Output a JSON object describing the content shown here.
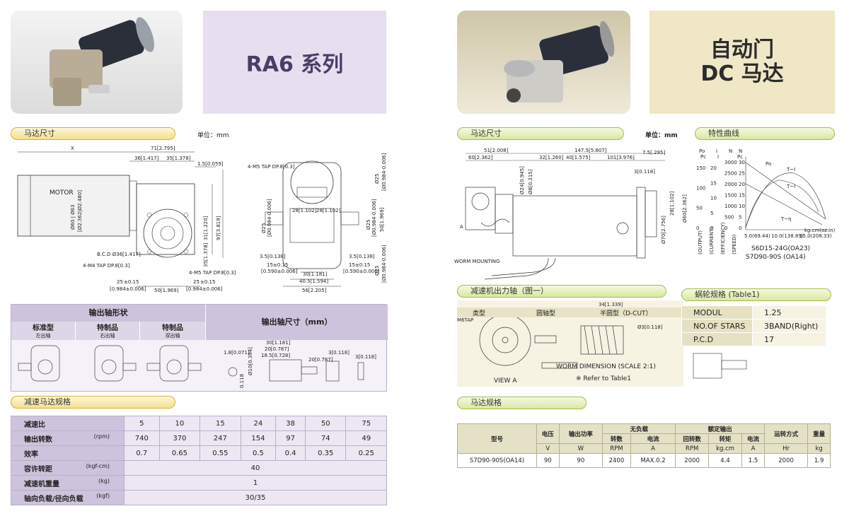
{
  "left": {
    "series_title": "RA6 系列",
    "section_dimensions": "马达尺寸",
    "unit_label": "单位：mm",
    "drawing_labels": {
      "motor": "MOTOR",
      "x": "X",
      "d71": "71[2.795]",
      "d36": "36[1.417]",
      "d35": "35[1.378]",
      "d15": "1.5[0.059]",
      "dphi60": "Ø60 | Ø63",
      "dphi60b": "[Ø2.362|Ø2.480]",
      "bcd": "B.C.D Ø36[1.417]",
      "m4": "4-M4 TAP DP.8[0.3]",
      "m5a": "4-M5 TAP DP.8[0.3]",
      "m5b": "4-M5 TAP DP.8[0.3]",
      "d31": "31[1.220]",
      "d97": "97[3.819]",
      "d35v": "35[1.378]",
      "d25a": "25",
      "d25a_tol": "±0.15",
      "d25a_in": "[0.984±0.006]",
      "d25b": "25",
      "d25b_tol": "±0.15",
      "d25b_in": "[0.984±0.006]",
      "d50": "50[1.969]",
      "d28a": "28[1.102]",
      "d28b": "28[1.102]",
      "d35a": "3.5[0.138]",
      "d35b": "3.5[0.138]",
      "d15a": "15±0.15",
      "d15a_in": "[0.590±0.006]",
      "d15b": "15±0.15",
      "d15b_in": "[0.590±0.006]",
      "d30": "30[1.181]",
      "d405": "40.5[1.594]",
      "d56": "56[2.205]",
      "dphi25": "Ø25",
      "dphi25_in": "[Ø0.984-0.006]",
      "dphi25b": "Ø25",
      "dphi25b_in": "[Ø0.984-0.006]",
      "dphi25c": "Ø25",
      "dphi25c_in": "[Ø0.984-0.006]",
      "d50v": "50[1.969]"
    },
    "shaft_table": {
      "header_left": "输出轴形状",
      "header_right": "输出轴尺寸（mm）",
      "types": [
        {
          "name": "标准型",
          "sub": "左出轴"
        },
        {
          "name": "特制品",
          "sub": "右出轴"
        },
        {
          "name": "特制品",
          "sub": "双出轴"
        }
      ],
      "dims": {
        "a": "1.8[0.071]",
        "b": "30[1.181]",
        "c": "20[0.787]",
        "d": "18.5[0.728]",
        "e": "3[0.118]",
        "f": "20[0.787]",
        "g": "3[0.118]",
        "h": "Ø10[0.394]",
        "i": "0.118"
      }
    },
    "section_spec": "减速马达规格",
    "spec": {
      "rows": [
        {
          "label": "减速比",
          "unit": "",
          "values": [
            "5",
            "10",
            "15",
            "24",
            "38",
            "50",
            "75"
          ]
        },
        {
          "label": "输出转数",
          "unit": "(rpm)",
          "values": [
            "740",
            "370",
            "247",
            "154",
            "97",
            "74",
            "49"
          ]
        },
        {
          "label": "效率",
          "unit": "",
          "values": [
            "0.7",
            "0.65",
            "0.55",
            "0.5",
            "0.4",
            "0.35",
            "0.25"
          ]
        },
        {
          "label": "容许转距",
          "unit": "(kgf-cm)",
          "merged": "40"
        },
        {
          "label": "减速机重量",
          "unit": "(kg)",
          "merged": "1"
        },
        {
          "label": "轴向负载/径向负载",
          "unit": "(kgf)",
          "merged": "30/35"
        }
      ]
    }
  },
  "right": {
    "title_line1": "自动门",
    "title_line2": "DC 马达",
    "section_dimensions": "马达尺寸",
    "unit_label": "单位：mm",
    "section_curve": "特性曲线",
    "drawing_labels": {
      "d51": "51[2.008]",
      "d60": "60[2.362]",
      "d1475": "147.5[5.807]",
      "d32": "32[1.260]",
      "d40": "40[1.575]",
      "d101": "101[3.976]",
      "d75": "7.5[.295]",
      "d3": "3[0.118]",
      "d8": "Ø8[0.315]",
      "d24": "Ø24[0.945]",
      "d70": "Ø70[2.756]",
      "d60v": "Ø60[2.362]",
      "d28": "28[1.102]",
      "worm_mounting": "WORM MOUNTING",
      "a_label": "A"
    },
    "curve": {
      "axis_top": [
        "Po",
        "I",
        "N",
        "N"
      ],
      "axis_top2": [
        "Pc",
        "I",
        "Pc"
      ],
      "y_left": [
        "150",
        "100",
        "50",
        "0"
      ],
      "y_mid": [
        "20",
        "15",
        "10",
        "5",
        "0"
      ],
      "y_n": [
        "3000",
        "2500",
        "2000",
        "1500",
        "1000",
        "500",
        "0"
      ],
      "y_n2": [
        "30",
        "25",
        "20",
        "15",
        "10",
        "5",
        "0"
      ],
      "x_ticks": [
        "5.0(69.44)",
        "10.0(138.89)",
        "15.0(208.33)"
      ],
      "x_unit": "kg.cm(oz.in)",
      "curve_labels": [
        "Po",
        "T~I",
        "T~I",
        "T~η"
      ],
      "y_axis_labels": [
        "(OUTPUT)",
        "(CURRENT)",
        "(EFFICIENCY)",
        "(SPEED)"
      ],
      "model_a": "S6D15-24G(OA23)",
      "model_b": "S7D90-90S (OA14)"
    },
    "section_shaft": "减速机出力轴（图一）",
    "shaft_overlay": {
      "type": "类型",
      "round": "圆轴型",
      "half": "半圆型（D-CUT）",
      "worm_dim": "WORM DIMENSION (SCALE 2:1)",
      "refer": "※ Refer to Table1",
      "view_a": "VIEW A",
      "mtap": "M6TAP",
      "d34": "34[1.339]",
      "d3": "Ø3[0.118]"
    },
    "worm_title": "蜗轮规格 (Table1)",
    "worm": [
      {
        "k": "MODUL",
        "v": "1.25"
      },
      {
        "k": "NO.OF STARS",
        "v": "3BAND(Right)"
      },
      {
        "k": "P.C.D",
        "v": "17"
      }
    ],
    "section_spec": "马达规格",
    "motor_spec": {
      "h_model": "型号",
      "h_voltage": "电压",
      "h_power": "输出功率",
      "h_noload": "无负载",
      "h_rated": "额定输出",
      "h_run": "运转方式",
      "h_weight": "重量",
      "sub": [
        "转数",
        "电流",
        "回转数",
        "转矩",
        "电流"
      ],
      "units": [
        "V",
        "W",
        "RPM",
        "A",
        "RPM",
        "kg.cm",
        "A",
        "Hr",
        "kg"
      ],
      "row": {
        "model": "S7D90-90S(OA14)",
        "values": [
          "90",
          "90",
          "2400",
          "MAX.0.2",
          "2000",
          "4.4",
          "1.5",
          "2000",
          "1.9"
        ]
      }
    }
  },
  "colors": {
    "lavender": "#e7dff0",
    "purple_header": "#cdc3dc",
    "gold": "#efe7c6",
    "pill_gold": "#f4e08f",
    "pill_green": "#d8e8a2"
  }
}
